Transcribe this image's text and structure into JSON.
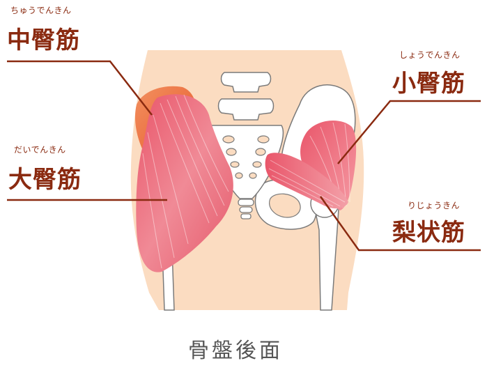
{
  "labels": {
    "gluteus_medius": {
      "ruby": "ちゅうでんきん",
      "text": "中臀筋"
    },
    "gluteus_maximus": {
      "ruby": "だいでんきん",
      "text": "大臀筋"
    },
    "gluteus_minimus": {
      "ruby": "しょうでんきん",
      "text": "小臀筋"
    },
    "piriformis": {
      "ruby": "りじょうきん",
      "text": "梨状筋"
    }
  },
  "caption": "骨盤後面",
  "colors": {
    "label_text": "#8a2a10",
    "leader_line": "#8a2a10",
    "skin": "#fbdcc1",
    "bone": "#ffffff",
    "bone_outline": "#7a7a7a",
    "muscle": "#ec6f7b",
    "muscle_medius": "#ee7a3c"
  }
}
